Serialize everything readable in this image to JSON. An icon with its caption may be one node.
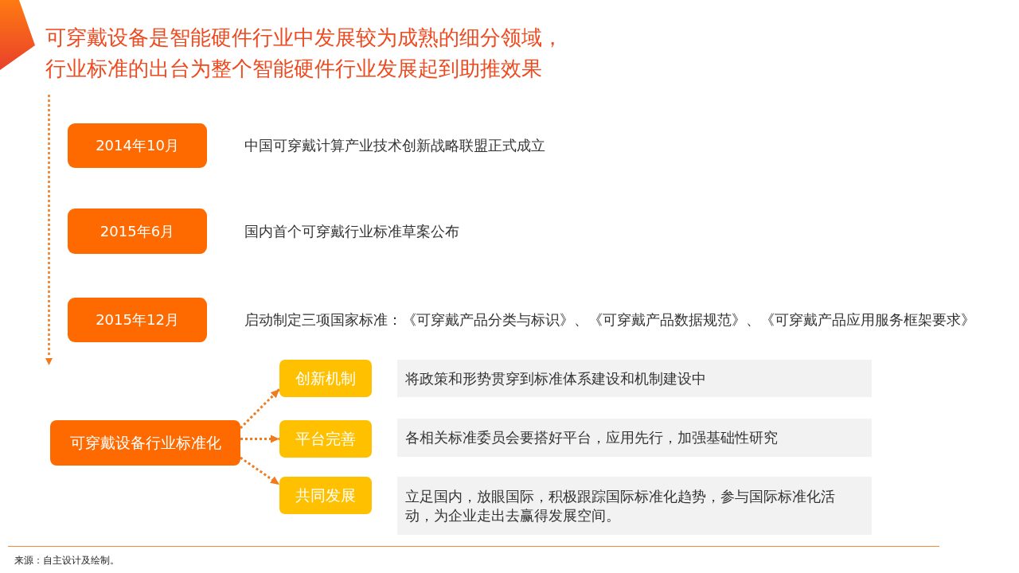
{
  "diagram": {
    "title": "可穿戴设备是智能硬件行业中发展较为成熟的细分领域，行业标准的出台为整个智能硬件行业发展起到助推效果",
    "nodes": [
      {
        "text": [
          "2014年10月"
        ],
        "beside": [
          "中国可穿戴计算产业技术创新战略联盟正式成立"
        ]
      },
      {
        "text": [
          "2015年6月"
        ],
        "beside": [
          "国内首个可穿戴行业标准草案公布"
        ]
      },
      {
        "text": [
          "2015年12月"
        ],
        "beside": [
          "启动制定三项国家标准：《可穿戴产品分类与标识》、《可穿戴产品数据规范》、《可穿戴产品应用服务框架要求》"
        ]
      },
      {
        "text": [
          "可穿戴设备行业标准化"
        ]
      },
      {
        "text": [
          "创新机制"
        ]
      },
      {
        "text": [
          "将政策和形势贯穿到标准体系建设和机制建设中"
        ]
      },
      {
        "text": [
          "平台完善"
        ]
      },
      {
        "text": [
          "各相关标准委员会要搭好平台，应用先行，加强基础性研究"
        ]
      },
      {
        "text": [
          "共同发展"
        ]
      },
      {
        "text": [
          "立足国内，放眼国际，积极跟踪国际标准化趋势，参与国际标准化活动，为企业走出去赢得发展空间。"
        ]
      }
    ],
    "edges": [
      {
        "from": 3,
        "to": 4,
        "arrow": "to",
        "style": "dashed"
      },
      {
        "from": 3,
        "to": 6,
        "arrow": "to",
        "style": "dashed"
      },
      {
        "from": 3,
        "to": 8,
        "arrow": "to",
        "style": "dashed"
      }
    ],
    "labels": [
      "来源：自主设计及绘制。"
    ]
  }
}
